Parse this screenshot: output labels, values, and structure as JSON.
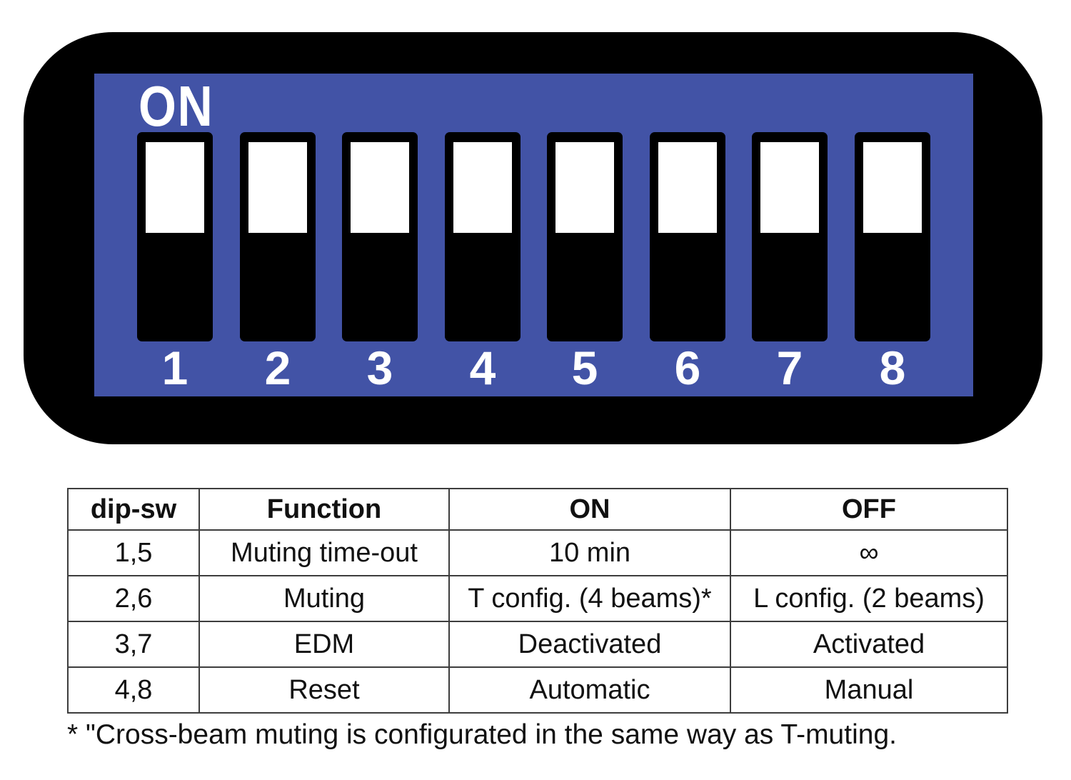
{
  "panel": {
    "on_label": "ON",
    "colors": {
      "panel_blue": "#4253a6",
      "device_black": "#000000",
      "toggle_white": "#ffffff"
    },
    "switches": [
      {
        "label": "1",
        "state": "on"
      },
      {
        "label": "2",
        "state": "on"
      },
      {
        "label": "3",
        "state": "on"
      },
      {
        "label": "4",
        "state": "on"
      },
      {
        "label": "5",
        "state": "on"
      },
      {
        "label": "6",
        "state": "on"
      },
      {
        "label": "7",
        "state": "on"
      },
      {
        "label": "8",
        "state": "on"
      }
    ]
  },
  "table": {
    "headers": [
      "dip-sw",
      "Function",
      "ON",
      "OFF"
    ],
    "rows": [
      [
        "1,5",
        "Muting time-out",
        "10 min",
        "∞"
      ],
      [
        "2,6",
        "Muting",
        "T config. (4 beams)*",
        "L config. (2 beams)"
      ],
      [
        "3,7",
        "EDM",
        "Deactivated",
        "Activated"
      ],
      [
        "4,8",
        "Reset",
        "Automatic",
        "Manual"
      ]
    ]
  },
  "footnote": "* \"Cross-beam muting is configurated in the same way as T-muting."
}
